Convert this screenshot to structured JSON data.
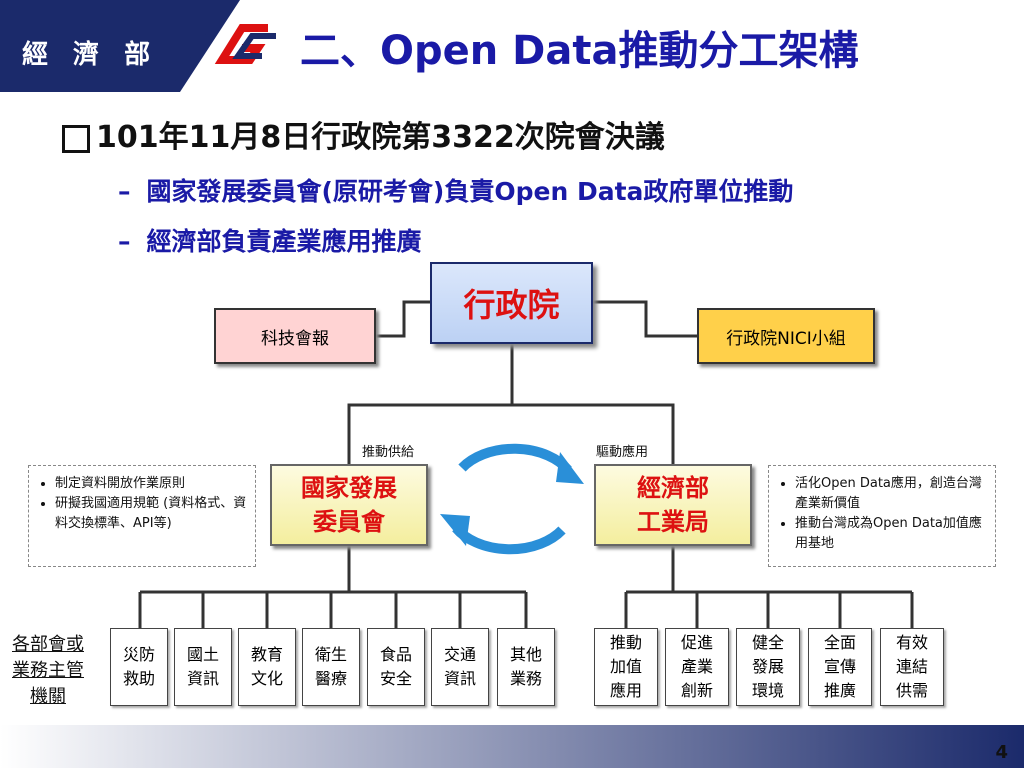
{
  "header": {
    "ministry": "經 濟 部",
    "title": "二、Open Data推動分工架構"
  },
  "bullet_main": "101年11月8日行政院第3322次院會決議",
  "sub_items": [
    "國家發展委員會(原研考會)負責Open Data政府單位推動",
    "經濟部負責產業應用推廣"
  ],
  "org": {
    "exec": "行政院",
    "tech": "科技會報",
    "nici": "行政院NICI小組",
    "ndc_line1": "國家發展",
    "ndc_line2": "委員會",
    "idb_line1": "經濟部",
    "idb_line2": "工業局",
    "label_supply": "推動供給",
    "label_apply": "驅動應用"
  },
  "notes_left": [
    "制定資料開放作業原則",
    "研擬我國適用規範 (資料格式、資料交換標準、API等)"
  ],
  "notes_right": [
    "活化Open Data應用，創造台灣產業新價值",
    "推動台灣成為Open Data加值應用基地"
  ],
  "agencies_label": [
    "各部會或",
    "業務主管",
    "機關"
  ],
  "ndc_children": [
    [
      "災防",
      "救助"
    ],
    [
      "國土",
      "資訊"
    ],
    [
      "教育",
      "文化"
    ],
    [
      "衛生",
      "醫療"
    ],
    [
      "食品",
      "安全"
    ],
    [
      "交通",
      "資訊"
    ],
    [
      "其他",
      "業務"
    ]
  ],
  "idb_children": [
    [
      "推動",
      "加值",
      "應用"
    ],
    [
      "促進",
      "產業",
      "創新"
    ],
    [
      "健全",
      "發展",
      "環境"
    ],
    [
      "全面",
      "宣傳",
      "推廣"
    ],
    [
      "有效",
      "連結",
      "供需"
    ]
  ],
  "page_number": "4",
  "colors": {
    "navy": "#1b2a6b",
    "title_blue": "#1a1aa6",
    "red": "#dd1111",
    "cycle": "#2a8fd8"
  }
}
